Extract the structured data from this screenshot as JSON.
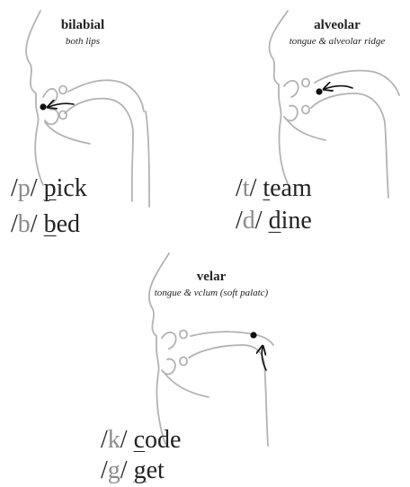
{
  "colors": {
    "outline": "#b3b3b3",
    "text": "#222222",
    "symbol": "#8c8c8c",
    "marker": "#111111"
  },
  "panels": [
    {
      "id": "bilabial",
      "title": "bilabial",
      "subtitle": "both lips",
      "examples": [
        {
          "symbol": "p",
          "first": "p",
          "rest": "ick"
        },
        {
          "symbol": "b",
          "first": "b",
          "rest": "ed"
        }
      ]
    },
    {
      "id": "alveolar",
      "title": "alveolar",
      "subtitle": "tongue & alveolar ridge",
      "examples": [
        {
          "symbol": "t",
          "first": "t",
          "rest": "eam"
        },
        {
          "symbol": "d",
          "first": "d",
          "rest": "ine"
        }
      ]
    },
    {
      "id": "velar",
      "title": "velar",
      "subtitle": "tongue & vclum (soft palatc)",
      "examples": [
        {
          "symbol": "k",
          "first": "c",
          "rest": "ode"
        },
        {
          "symbol": "g",
          "first": "g",
          "rest": "et"
        }
      ]
    }
  ]
}
